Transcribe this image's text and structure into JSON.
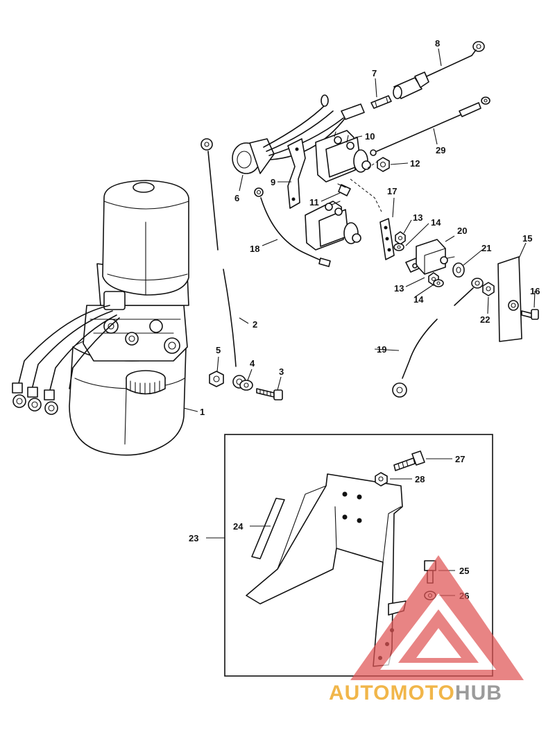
{
  "callouts": {
    "c1": "1",
    "c2": "2",
    "c3": "3",
    "c4": "4",
    "c5": "5",
    "c6": "6",
    "c7": "7",
    "c8": "8",
    "c9": "9",
    "c10": "10",
    "c11": "11",
    "c12": "12",
    "c13a": "13",
    "c13b": "13",
    "c14a": "14",
    "c14b": "14",
    "c15": "15",
    "c16": "16",
    "c17": "17",
    "c18": "18",
    "c19": "19",
    "c20": "20",
    "c21": "21",
    "c22": "22",
    "c23": "23",
    "c24": "24",
    "c25": "25",
    "c26": "26",
    "c27": "27",
    "c28": "28",
    "c29": "29"
  },
  "watermark": {
    "part1": "AUTOMOTO",
    "part2": "HUB",
    "color_primary": "#f1b64a",
    "color_secondary": "#9b9b9b",
    "logo_color": "#e05555"
  }
}
